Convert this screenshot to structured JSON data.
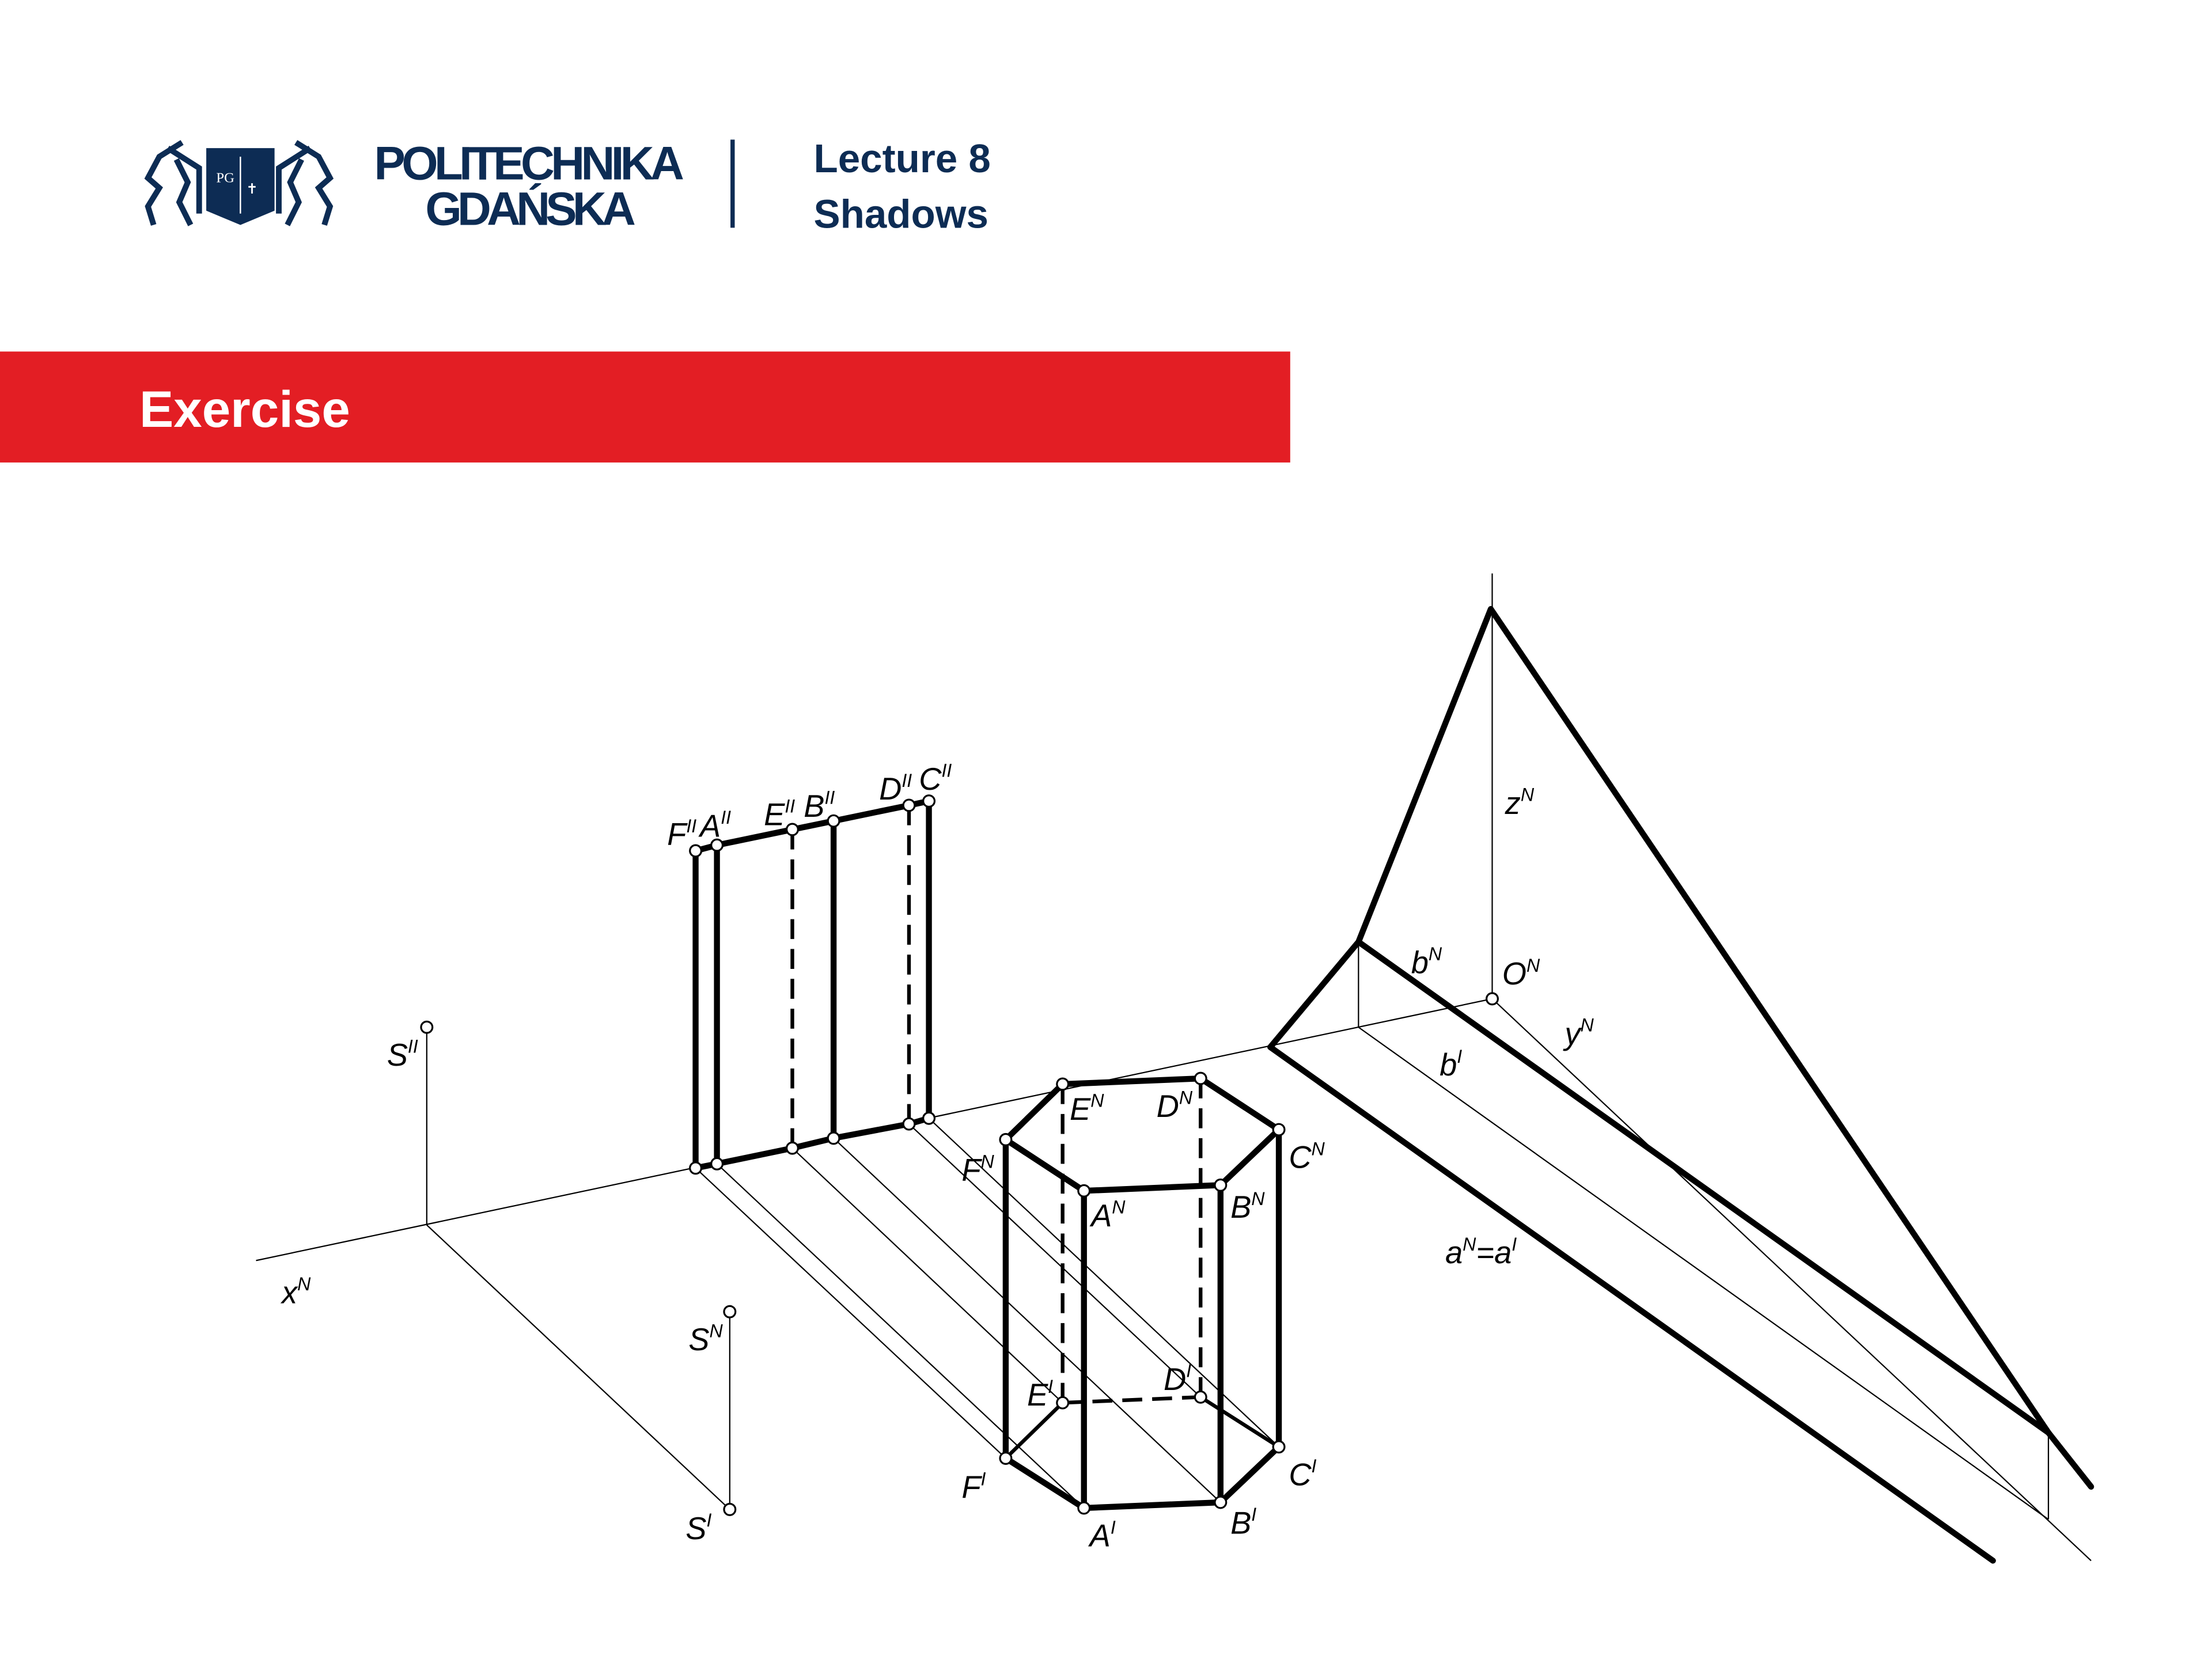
{
  "header": {
    "university_line1": "POLITECHNIKA",
    "university_line2": "GDAŃSKA",
    "logo_text": "PG",
    "lecture": "Lecture 8",
    "topic": "Shadows"
  },
  "section_banner": {
    "label": "Exercise"
  },
  "colors": {
    "brand_navy": "#0d2c54",
    "banner_red": "#e31e24"
  },
  "labels": {
    "F2": {
      "base": "F",
      "sup": "II"
    },
    "A2": {
      "base": "A",
      "sup": "II"
    },
    "E2": {
      "base": "E",
      "sup": "II"
    },
    "B2": {
      "base": "B",
      "sup": "II"
    },
    "D2": {
      "base": "D",
      "sup": "II"
    },
    "C2": {
      "base": "C",
      "sup": "II"
    },
    "S2": {
      "base": "S",
      "sup": "II"
    },
    "SN": {
      "base": "S",
      "sup": "N"
    },
    "S1": {
      "base": "S",
      "sup": "I"
    },
    "xN": {
      "base": "x",
      "sup": "N"
    },
    "EN": {
      "base": "E",
      "sup": "N"
    },
    "DN": {
      "base": "D",
      "sup": "N"
    },
    "CN": {
      "base": "C",
      "sup": "N"
    },
    "FN": {
      "base": "F",
      "sup": "N"
    },
    "AN": {
      "base": "A",
      "sup": "N"
    },
    "BN": {
      "base": "B",
      "sup": "N"
    },
    "E1": {
      "base": "E",
      "sup": "I"
    },
    "D1": {
      "base": "D",
      "sup": "I"
    },
    "C1": {
      "base": "C",
      "sup": "I"
    },
    "F1": {
      "base": "F",
      "sup": "I"
    },
    "A1": {
      "base": "A",
      "sup": "I"
    },
    "B1": {
      "base": "B",
      "sup": "I"
    },
    "zN": {
      "base": "z",
      "sup": "N"
    },
    "bN": {
      "base": "b",
      "sup": "N"
    },
    "ON": {
      "base": "O",
      "sup": "N"
    },
    "yN": {
      "base": "y",
      "sup": "N"
    },
    "b1": {
      "base": "b",
      "sup": "I"
    },
    "aN_a1": {
      "base": "a",
      "sup": "N",
      "mid": "=a",
      "sup2": "I"
    }
  }
}
